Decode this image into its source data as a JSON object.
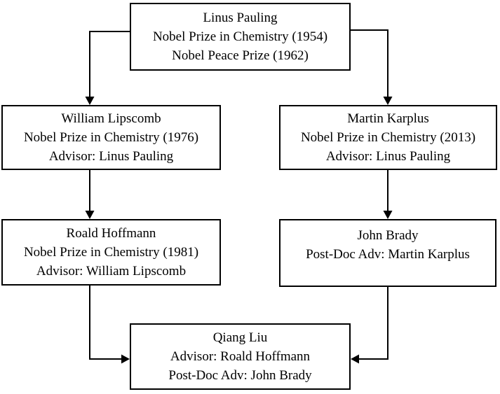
{
  "colors": {
    "background": "#ffffff",
    "line": "#000000",
    "text": "#000000"
  },
  "nodes": {
    "pauling": {
      "lines": [
        "Linus Pauling",
        "Nobel Prize in Chemistry (1954)",
        "Nobel Peace Prize (1962)"
      ]
    },
    "lipscomb": {
      "lines": [
        "William Lipscomb",
        "Nobel Prize in Chemistry (1976)",
        "Advisor: Linus Pauling"
      ]
    },
    "karplus": {
      "lines": [
        "Martin Karplus",
        "Nobel Prize in Chemistry (2013)",
        "Advisor: Linus Pauling"
      ]
    },
    "hoffmann": {
      "lines": [
        "Roald Hoffmann",
        "Nobel Prize in Chemistry (1981)",
        "Advisor: William Lipscomb"
      ]
    },
    "brady": {
      "lines": [
        "John Brady",
        "Post-Doc Adv: Martin Karplus"
      ]
    },
    "liu": {
      "lines": [
        "Qiang Liu",
        "Advisor: Roald Hoffmann",
        "Post-Doc Adv: John Brady"
      ]
    }
  },
  "edges": [
    {
      "from": "pauling",
      "to": "lipscomb"
    },
    {
      "from": "pauling",
      "to": "karplus"
    },
    {
      "from": "lipscomb",
      "to": "hoffmann"
    },
    {
      "from": "karplus",
      "to": "brady"
    },
    {
      "from": "hoffmann",
      "to": "liu"
    },
    {
      "from": "brady",
      "to": "liu"
    }
  ]
}
